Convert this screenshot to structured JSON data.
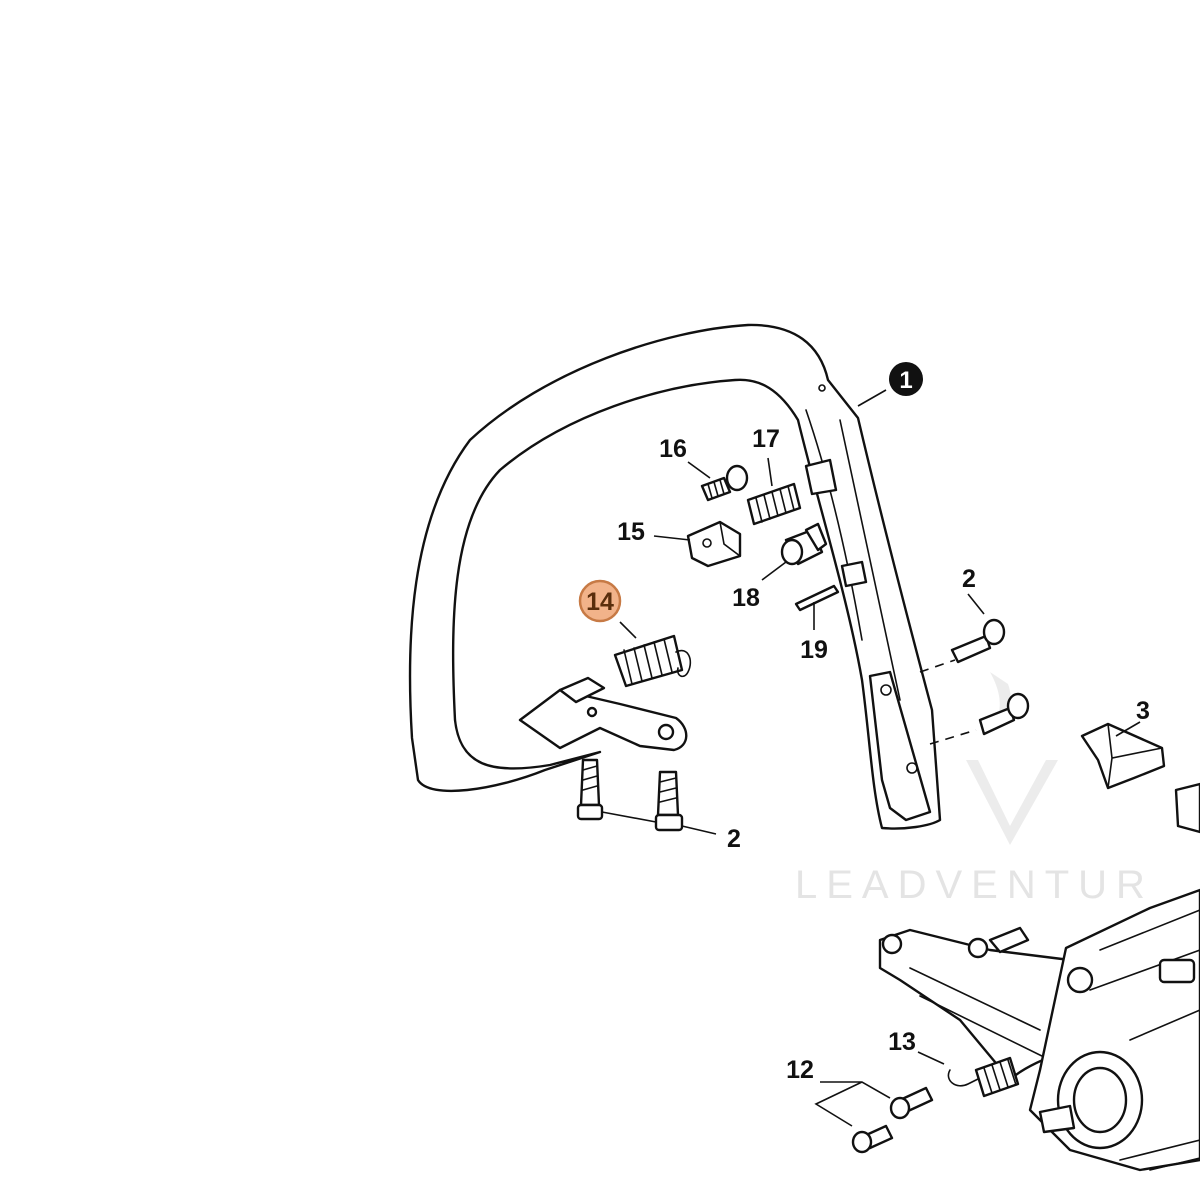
{
  "watermark": {
    "text": "LEADVENTUR"
  },
  "callouts": {
    "c1": "1",
    "c2a": "2",
    "c2b": "2",
    "c3": "3",
    "c12": "12",
    "c13": "13",
    "c14": "14",
    "c15": "15",
    "c16": "16",
    "c17": "17",
    "c18": "18",
    "c19": "19"
  },
  "colors": {
    "highlight_fill": "#f2b38a",
    "highlight_stroke": "#c77a45",
    "line": "#111111",
    "watermark": "#e4e4e4"
  }
}
